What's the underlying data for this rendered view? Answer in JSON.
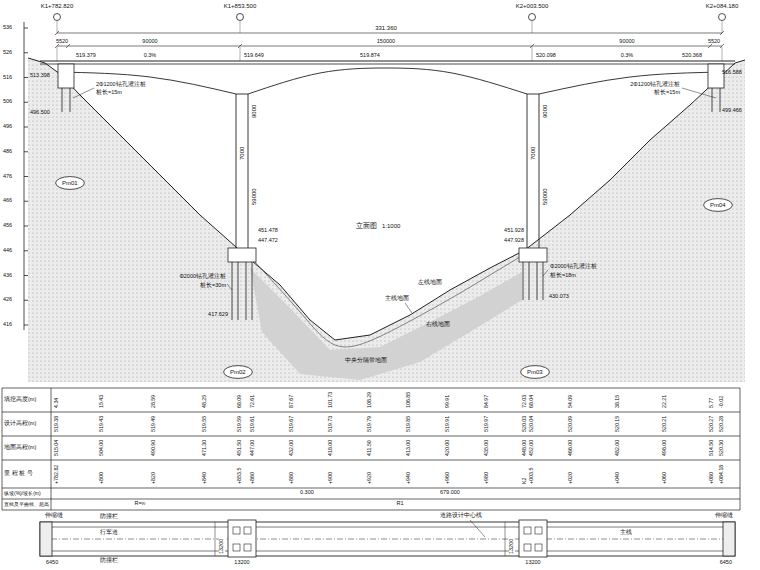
{
  "diagram": {
    "nodes": [
      {
        "text": [
          "Pm01"
        ]
      },
      {
        "text": [
          "Pm02"
        ]
      },
      {
        "text": [
          "Pm03"
        ]
      },
      {
        "text": [
          "Pm04"
        ]
      }
    ],
    "labels": [
      "536",
      "526",
      "516",
      "506",
      "496",
      "486",
      "476",
      "466",
      "456",
      "446",
      "436",
      "426",
      "416",
      "K1+782.820",
      "K1+853.500",
      "K2+003.500",
      "K2+084.180",
      "331.360",
      "5520",
      "90000",
      "150000",
      "90000",
      "5520",
      "0.3%",
      "0.3%",
      "519.379",
      "519.649",
      "519.874",
      "520.098",
      "520.368",
      "513.398",
      "496.500",
      "516.588",
      "499.466",
      "2Φ1200钻孔灌注桩",
      "桩长=15m",
      "2Φ1200钻孔灌注桩",
      "桩长=15m",
      "7000",
      "59000",
      "9000",
      "7000",
      "59000",
      "9000",
      "451.478",
      "447.472",
      "451.928",
      "447.928",
      "417.629",
      "430.073",
      "Φ2000钻孔灌注桩",
      "桩长=30m",
      "Φ2000钻孔灌注桩",
      "桩长=18m",
      "立面图",
      "1:1000",
      "主线地面",
      "左线地面",
      "右线地面",
      "中央分隔带地面",
      "填挖高度(m)",
      "设计高程(m)",
      "地面高程(m)",
      "里 程 桩 号",
      "纵坡(%)/坡长(m)",
      "直线及平曲线、超高",
      "0.300",
      "679.000",
      "R=∞",
      "R1",
      "伸缩缝",
      "伸缩缝",
      "防撞栏",
      "行车道",
      "防撞栏",
      "13200",
      "13200",
      "13200",
      "13200",
      "6450",
      "6450",
      "道路设计中心线",
      "主线",
      "4.34",
      "15.43",
      "28.59",
      "48.25",
      "68.09",
      "72.61",
      "87.67",
      "101.73",
      "108.29",
      "106.85",
      "99.91",
      "84.97",
      "72.03",
      "68.04",
      "54.09",
      "38.15",
      "22.21",
      "5.77",
      "-0.02",
      "519.38",
      "519.43",
      "519.49",
      "519.55",
      "519.59",
      "519.61",
      "519.67",
      "519.73",
      "519.79",
      "519.85",
      "519.91",
      "519.97",
      "520.03",
      "520.04",
      "520.09",
      "520.15",
      "520.21",
      "520.27",
      "520.28",
      "515.04",
      "504.00",
      "490.90",
      "471.30",
      "451.50",
      "447.00",
      "432.00",
      "418.00",
      "411.50",
      "413.00",
      "420.00",
      "435.00",
      "448.00",
      "452.00",
      "466.00",
      "482.00",
      "498.00",
      "514.50",
      "520.30",
      "+782.82",
      "+800",
      "+820",
      "+840",
      "+853.5",
      "+860",
      "+880",
      "+900",
      "+920",
      "+940",
      "+960",
      "+980",
      "K2",
      "+003.5",
      "+020",
      "+040",
      "+060",
      "+080",
      "+084.18"
    ]
  }
}
